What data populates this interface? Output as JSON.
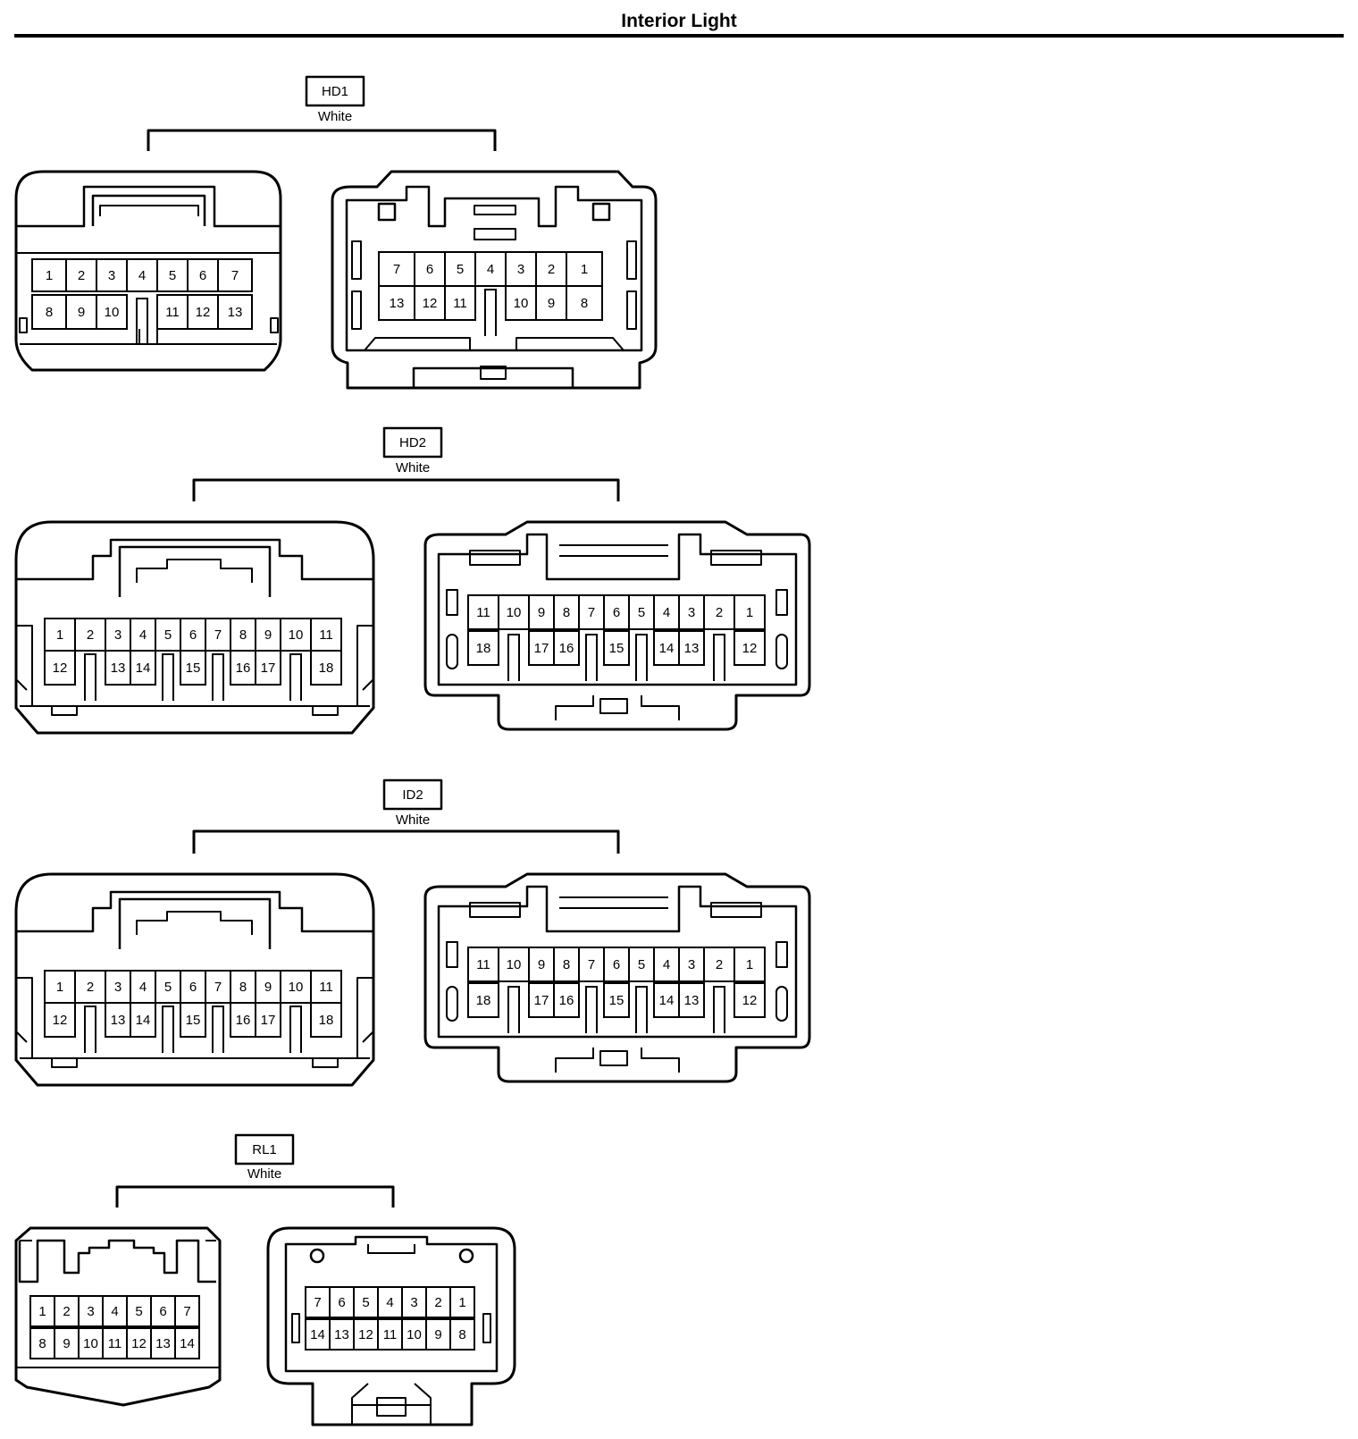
{
  "title": "Interior Light",
  "connectors": [
    {
      "id": "HD1",
      "color": "White",
      "female": {
        "rows": [
          [
            {
              "n": "1",
              "w": 38
            },
            {
              "n": "2",
              "w": 34
            },
            {
              "n": "3",
              "w": 34
            },
            {
              "n": "4",
              "w": 34
            },
            {
              "n": "5",
              "w": 34
            },
            {
              "n": "6",
              "w": 34
            },
            {
              "n": "7",
              "w": 38
            }
          ],
          [
            {
              "n": "8",
              "w": 38
            },
            {
              "n": "9",
              "w": 34
            },
            {
              "n": "10",
              "w": 34
            },
            {
              "n": null,
              "w": 34
            },
            {
              "n": "11",
              "w": 34
            },
            {
              "n": "12",
              "w": 34
            },
            {
              "n": "13",
              "w": 38
            }
          ]
        ]
      },
      "male": {
        "rows": [
          [
            {
              "n": "7",
              "w": 40
            },
            {
              "n": "6",
              "w": 34
            },
            {
              "n": "5",
              "w": 34
            },
            {
              "n": "4",
              "w": 34
            },
            {
              "n": "3",
              "w": 34
            },
            {
              "n": "2",
              "w": 34
            },
            {
              "n": "1",
              "w": 40
            }
          ],
          [
            {
              "n": "13",
              "w": 40
            },
            {
              "n": "12",
              "w": 34
            },
            {
              "n": "11",
              "w": 34
            },
            {
              "n": null,
              "w": 34
            },
            {
              "n": "10",
              "w": 34
            },
            {
              "n": "9",
              "w": 34
            },
            {
              "n": "8",
              "w": 40
            }
          ]
        ]
      }
    },
    {
      "id": "HD2",
      "color": "White",
      "female": {
        "rows": [
          [
            {
              "n": "1",
              "w": 34
            },
            {
              "n": "2",
              "w": 34
            },
            {
              "n": "3",
              "w": 28
            },
            {
              "n": "4",
              "w": 28
            },
            {
              "n": "5",
              "w": 28
            },
            {
              "n": "6",
              "w": 28
            },
            {
              "n": "7",
              "w": 28
            },
            {
              "n": "8",
              "w": 28
            },
            {
              "n": "9",
              "w": 28
            },
            {
              "n": "10",
              "w": 34
            },
            {
              "n": "11",
              "w": 34
            }
          ],
          [
            {
              "n": "12",
              "w": 34
            },
            {
              "n": null,
              "w": 34
            },
            {
              "n": "13",
              "w": 28
            },
            {
              "n": "14",
              "w": 28
            },
            {
              "n": null,
              "w": 28
            },
            {
              "n": "15",
              "w": 28
            },
            {
              "n": null,
              "w": 28
            },
            {
              "n": "16",
              "w": 28
            },
            {
              "n": "17",
              "w": 28
            },
            {
              "n": null,
              "w": 34
            },
            {
              "n": "18",
              "w": 34
            }
          ]
        ]
      },
      "male": {
        "rows": [
          [
            {
              "n": "11",
              "w": 34
            },
            {
              "n": "10",
              "w": 34
            },
            {
              "n": "9",
              "w": 28
            },
            {
              "n": "8",
              "w": 28
            },
            {
              "n": "7",
              "w": 28
            },
            {
              "n": "6",
              "w": 28
            },
            {
              "n": "5",
              "w": 28
            },
            {
              "n": "4",
              "w": 28
            },
            {
              "n": "3",
              "w": 28
            },
            {
              "n": "2",
              "w": 34
            },
            {
              "n": "1",
              "w": 34
            }
          ],
          [
            {
              "n": "18",
              "w": 34
            },
            {
              "n": null,
              "w": 34
            },
            {
              "n": "17",
              "w": 28
            },
            {
              "n": "16",
              "w": 28
            },
            {
              "n": null,
              "w": 28
            },
            {
              "n": "15",
              "w": 28
            },
            {
              "n": null,
              "w": 28
            },
            {
              "n": "14",
              "w": 28
            },
            {
              "n": "13",
              "w": 28
            },
            {
              "n": null,
              "w": 34
            },
            {
              "n": "12",
              "w": 34
            }
          ]
        ]
      }
    },
    {
      "id": "ID2",
      "color": "White",
      "female": {
        "rows": [
          [
            {
              "n": "1",
              "w": 34
            },
            {
              "n": "2",
              "w": 34
            },
            {
              "n": "3",
              "w": 28
            },
            {
              "n": "4",
              "w": 28
            },
            {
              "n": "5",
              "w": 28
            },
            {
              "n": "6",
              "w": 28
            },
            {
              "n": "7",
              "w": 28
            },
            {
              "n": "8",
              "w": 28
            },
            {
              "n": "9",
              "w": 28
            },
            {
              "n": "10",
              "w": 34
            },
            {
              "n": "11",
              "w": 34
            }
          ],
          [
            {
              "n": "12",
              "w": 34
            },
            {
              "n": null,
              "w": 34
            },
            {
              "n": "13",
              "w": 28
            },
            {
              "n": "14",
              "w": 28
            },
            {
              "n": null,
              "w": 28
            },
            {
              "n": "15",
              "w": 28
            },
            {
              "n": null,
              "w": 28
            },
            {
              "n": "16",
              "w": 28
            },
            {
              "n": "17",
              "w": 28
            },
            {
              "n": null,
              "w": 34
            },
            {
              "n": "18",
              "w": 34
            }
          ]
        ]
      },
      "male": {
        "rows": [
          [
            {
              "n": "11",
              "w": 34
            },
            {
              "n": "10",
              "w": 34
            },
            {
              "n": "9",
              "w": 28
            },
            {
              "n": "8",
              "w": 28
            },
            {
              "n": "7",
              "w": 28
            },
            {
              "n": "6",
              "w": 28
            },
            {
              "n": "5",
              "w": 28
            },
            {
              "n": "4",
              "w": 28
            },
            {
              "n": "3",
              "w": 28
            },
            {
              "n": "2",
              "w": 34
            },
            {
              "n": "1",
              "w": 34
            }
          ],
          [
            {
              "n": "18",
              "w": 34
            },
            {
              "n": null,
              "w": 34
            },
            {
              "n": "17",
              "w": 28
            },
            {
              "n": "16",
              "w": 28
            },
            {
              "n": null,
              "w": 28
            },
            {
              "n": "15",
              "w": 28
            },
            {
              "n": null,
              "w": 28
            },
            {
              "n": "14",
              "w": 28
            },
            {
              "n": "13",
              "w": 28
            },
            {
              "n": null,
              "w": 34
            },
            {
              "n": "12",
              "w": 34
            }
          ]
        ]
      }
    },
    {
      "id": "RL1",
      "color": "White",
      "female": {
        "rows": [
          [
            {
              "n": "1",
              "w": 27
            },
            {
              "n": "2",
              "w": 27
            },
            {
              "n": "3",
              "w": 27
            },
            {
              "n": "4",
              "w": 27
            },
            {
              "n": "5",
              "w": 27
            },
            {
              "n": "6",
              "w": 27
            },
            {
              "n": "7",
              "w": 27
            }
          ],
          [
            {
              "n": "8",
              "w": 27
            },
            {
              "n": "9",
              "w": 27
            },
            {
              "n": "10",
              "w": 27
            },
            {
              "n": "11",
              "w": 27
            },
            {
              "n": "12",
              "w": 27
            },
            {
              "n": "13",
              "w": 27
            },
            {
              "n": "14",
              "w": 27
            }
          ]
        ]
      },
      "male": {
        "rows": [
          [
            {
              "n": "7",
              "w": 27
            },
            {
              "n": "6",
              "w": 27
            },
            {
              "n": "5",
              "w": 27
            },
            {
              "n": "4",
              "w": 27
            },
            {
              "n": "3",
              "w": 27
            },
            {
              "n": "2",
              "w": 27
            },
            {
              "n": "1",
              "w": 27
            }
          ],
          [
            {
              "n": "14",
              "w": 27
            },
            {
              "n": "13",
              "w": 27
            },
            {
              "n": "12",
              "w": 27
            },
            {
              "n": "11",
              "w": 27
            },
            {
              "n": "10",
              "w": 27
            },
            {
              "n": "9",
              "w": 27
            },
            {
              "n": "8",
              "w": 27
            }
          ]
        ]
      }
    }
  ]
}
